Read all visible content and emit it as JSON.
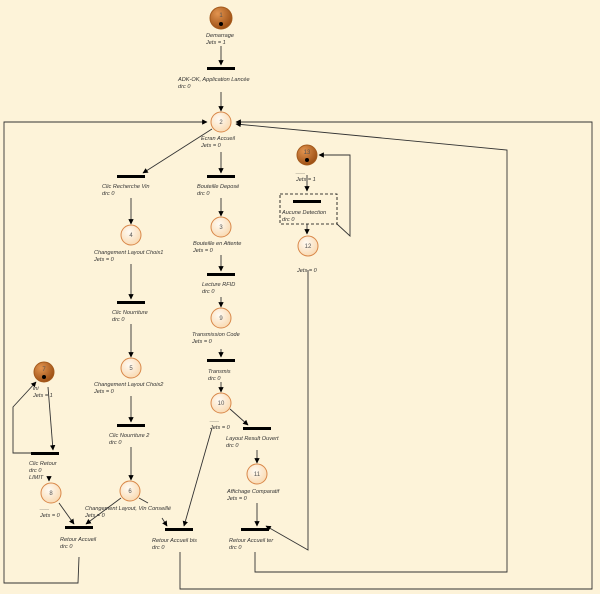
{
  "colors": {
    "background": "#fdf3d9",
    "place_marked": "#b5621e",
    "place_empty": "#fde9cf",
    "place_border": "#d9884a"
  },
  "places": [
    {
      "id": "1",
      "name": "Demarrage",
      "jets": "Jets = 1",
      "marked": true
    },
    {
      "id": "2",
      "name": "Ecran Accueil",
      "jets": "Jets = 0",
      "marked": false
    },
    {
      "id": "3",
      "name": "Bouteille en Attente",
      "jets": "Jets = 0",
      "marked": false
    },
    {
      "id": "4",
      "name": "Changement Layout Choix1",
      "jets": "Jets = 0",
      "marked": false
    },
    {
      "id": "5",
      "name": "Changement Layout Choix2",
      "jets": "Jets = 0",
      "marked": false
    },
    {
      "id": "6",
      "name": "Changement Layout, Vin Conseillé",
      "jets": "Jets = 0",
      "marked": false
    },
    {
      "id": "7",
      "name": "ini",
      "jets": "Jets = 1",
      "marked": true
    },
    {
      "id": "8",
      "name": "___",
      "jets": "Jets = 0",
      "marked": false
    },
    {
      "id": "9",
      "name": "Transmission Code",
      "jets": "Jets = 0",
      "marked": false
    },
    {
      "id": "10",
      "name": "___",
      "jets": "Jets = 0",
      "marked": false
    },
    {
      "id": "11",
      "name": "Affichage Comparatif",
      "jets": "Jets = 0",
      "marked": false
    },
    {
      "id": "12",
      "name": "",
      "jets": "Jets = 0",
      "marked": false
    },
    {
      "id": "13",
      "name": "___",
      "jets": "Jets = 1",
      "marked": true
    }
  ],
  "transitions": [
    {
      "name": "ADK-OK, Application Lancée",
      "drc": "drc 0"
    },
    {
      "name": "Clic Recherche Vin",
      "drc": "drc 0"
    },
    {
      "name": "Bouteille Deposé",
      "drc": "drc 0"
    },
    {
      "name": "Aucune Detection",
      "drc": "drc 0"
    },
    {
      "name": "Lecture RFID",
      "drc": "drc 0"
    },
    {
      "name": "Clic Nourriture",
      "drc": "drc 0"
    },
    {
      "name": "Transmis",
      "drc": "drc 0"
    },
    {
      "name": "Layout Result Ouvert",
      "drc": "drc 0"
    },
    {
      "name": "Clic Nourriture 2",
      "drc": "drc 0"
    },
    {
      "name": "Clic Retour",
      "drc": "drc 0",
      "extra": "LIMIT"
    },
    {
      "name": "Retour Accueil",
      "drc": "drc 0"
    },
    {
      "name": "Retour Accueil bis",
      "drc": "drc 0"
    },
    {
      "name": "Retour Accueil ter",
      "drc": "drc 0"
    }
  ]
}
